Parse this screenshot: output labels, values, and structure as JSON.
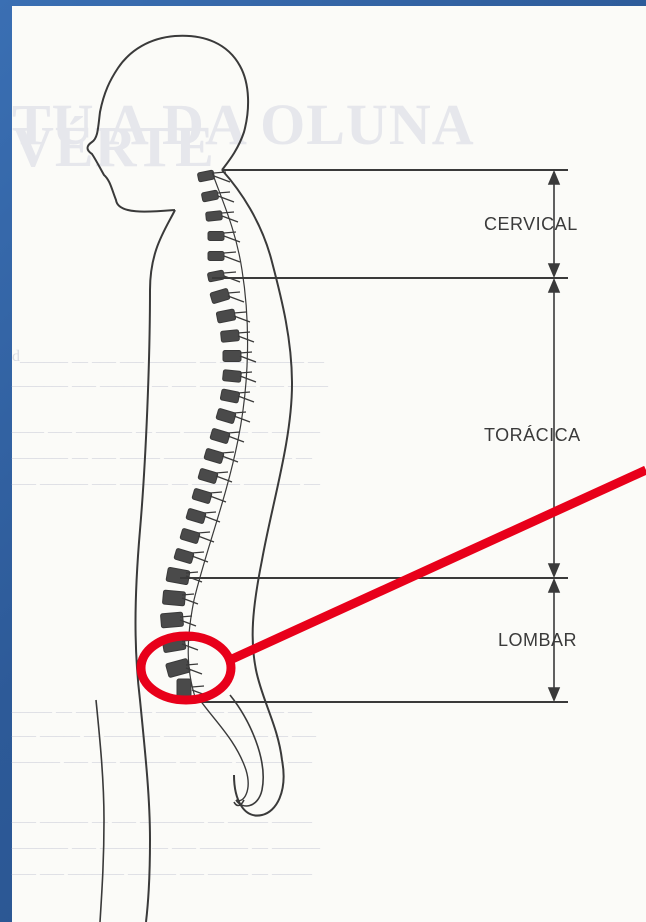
{
  "regions": [
    {
      "key": "cervical",
      "label": "CERVICAL"
    },
    {
      "key": "thoracic",
      "label": "TORÁCICA"
    },
    {
      "key": "lumbar",
      "label": "LOMBAR"
    }
  ],
  "colors": {
    "background": "#2f5d9c",
    "paper": "#fbfbf8",
    "line_art": "#3a3a3a",
    "highlight": "#e8001a"
  },
  "annotation": {
    "shape": "ellipse",
    "target": "lower lumbar vertebrae",
    "color": "#e8001a"
  }
}
